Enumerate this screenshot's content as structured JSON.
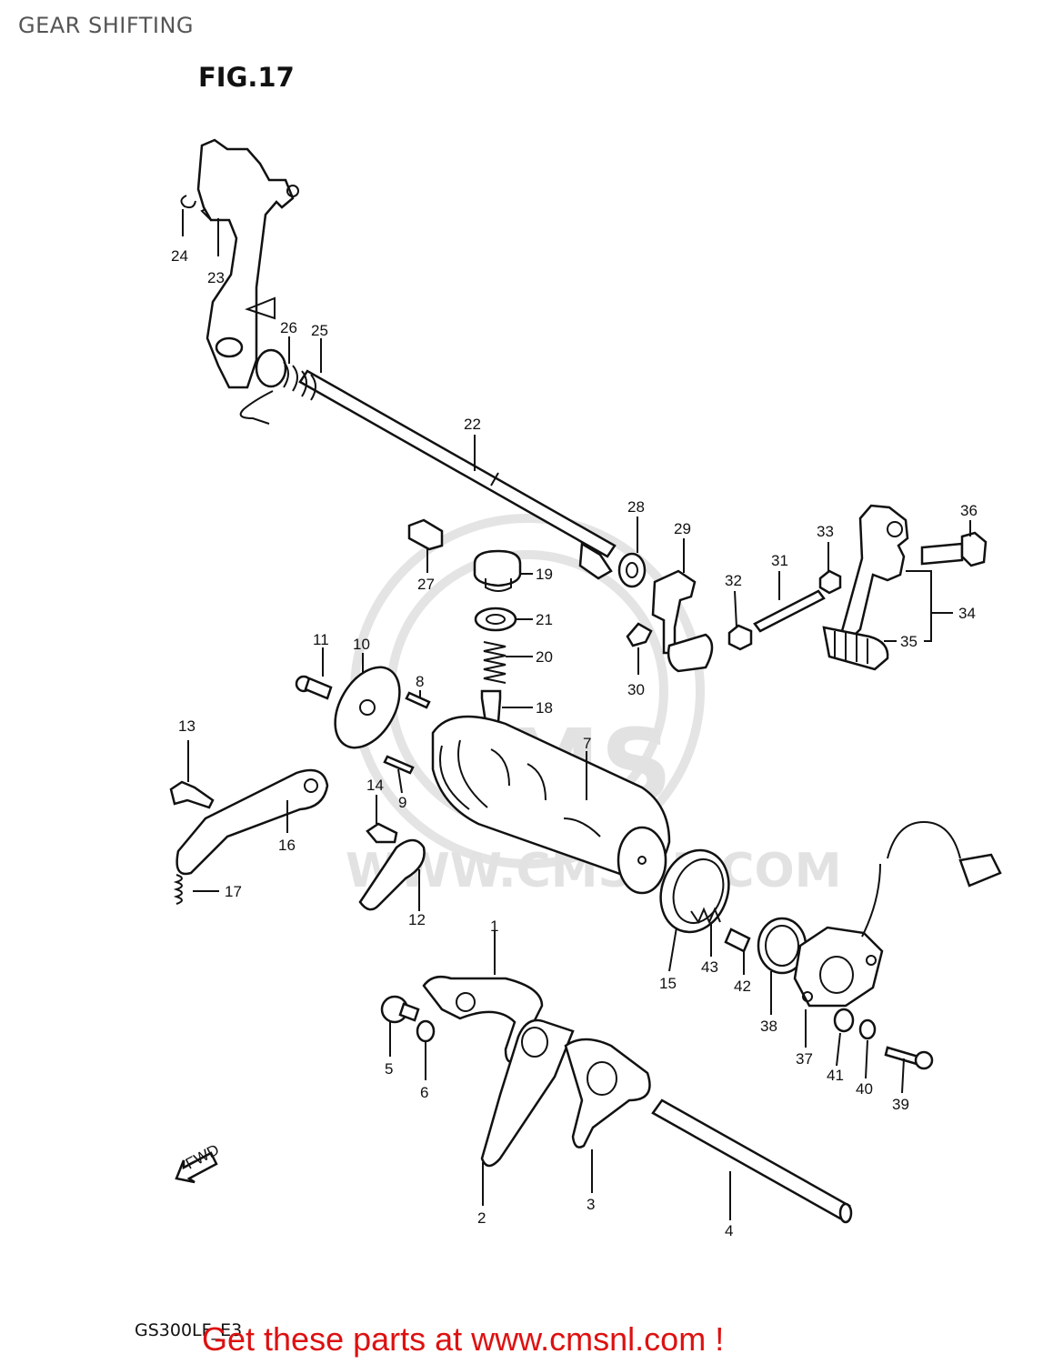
{
  "header": {
    "title": "GEAR SHIFTING",
    "figure": "FIG.17"
  },
  "footer": {
    "model_code": "GS300LF_E3",
    "promo_text": "Get these parts at www.cmsnl.com !"
  },
  "watermark": {
    "logo": "CMS",
    "url": "WWW.CMSNL.COM"
  },
  "diagram": {
    "direction_marker": "FWD",
    "callouts": [
      "1",
      "2",
      "3",
      "4",
      "5",
      "6",
      "7",
      "8",
      "9",
      "10",
      "11",
      "12",
      "13",
      "14",
      "15",
      "16",
      "17",
      "18",
      "19",
      "20",
      "21",
      "22",
      "23",
      "24",
      "25",
      "26",
      "27",
      "28",
      "29",
      "30",
      "31",
      "32",
      "33",
      "34",
      "35",
      "36",
      "37",
      "38",
      "39",
      "40",
      "41",
      "42",
      "43"
    ]
  }
}
